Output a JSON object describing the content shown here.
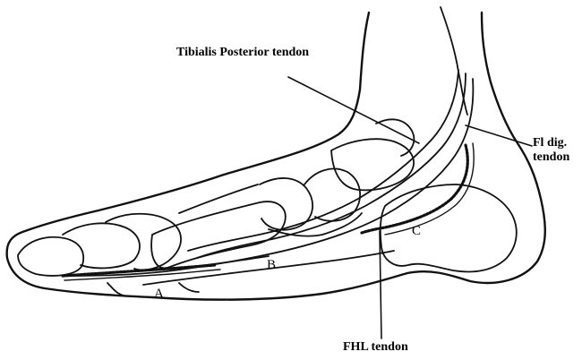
{
  "figure": {
    "labels": {
      "tibialis_posterior": "Tibialis Posterior tendon",
      "fl_dig_line1": "Fl dig.",
      "fl_dig_line2": "tendon",
      "fhl": "FHL tendon",
      "a": "A",
      "b": "B",
      "c": "C"
    },
    "colors": {
      "ink": "#111111",
      "background": "#ffffff"
    }
  }
}
